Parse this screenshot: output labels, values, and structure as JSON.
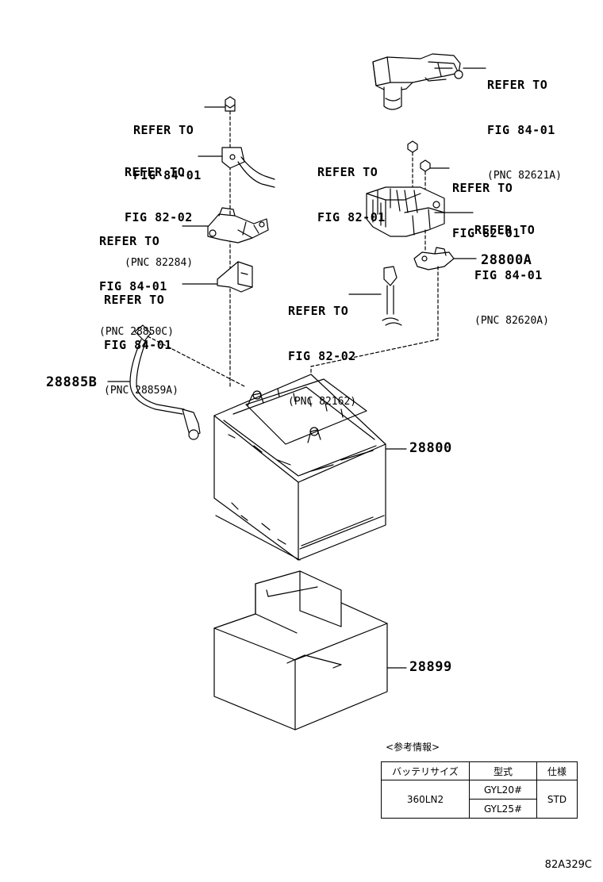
{
  "callouts": [
    {
      "id": "c1",
      "line1": "REFER TO",
      "line2": "FIG 84-01",
      "line3": "(PNC 82621A)"
    },
    {
      "id": "c2",
      "line1": "REFER TO",
      "line2": "FIG 84-01",
      "line3": ""
    },
    {
      "id": "c3",
      "line1": "REFER TO",
      "line2": "FIG 82-02",
      "line3": "(PNC 82284)"
    },
    {
      "id": "c4",
      "line1": "REFER TO",
      "line2": "FIG 82-01",
      "line3": ""
    },
    {
      "id": "c5",
      "line1": "REFER TO",
      "line2": "FIG 82-01",
      "line3": ""
    },
    {
      "id": "c6",
      "line1": "REFER TO",
      "line2": "FIG 84-01",
      "line3": "(PNC 28850C)"
    },
    {
      "id": "c7",
      "line1": "REFER TO",
      "line2": "FIG 84-01",
      "line3": "(PNC 82620A)"
    },
    {
      "id": "c8",
      "line1": "REFER TO",
      "line2": "FIG 84-01",
      "line3": "(PNC 28859A)"
    },
    {
      "id": "c9",
      "line1": "REFER TO",
      "line2": "FIG 82-02",
      "line3": "(PNC 82162)"
    }
  ],
  "part_numbers": {
    "terminal": "28800A",
    "sensor": "28885B",
    "battery": "28800",
    "tray": "28899"
  },
  "reference_table": {
    "title": "<参考情報>",
    "headers": [
      "バッテリサイズ",
      "型式",
      "仕様"
    ],
    "size": "360LN2",
    "models": [
      "GYL20#",
      "GYL25#"
    ],
    "spec": "STD"
  },
  "diagram_code": "82A329C"
}
